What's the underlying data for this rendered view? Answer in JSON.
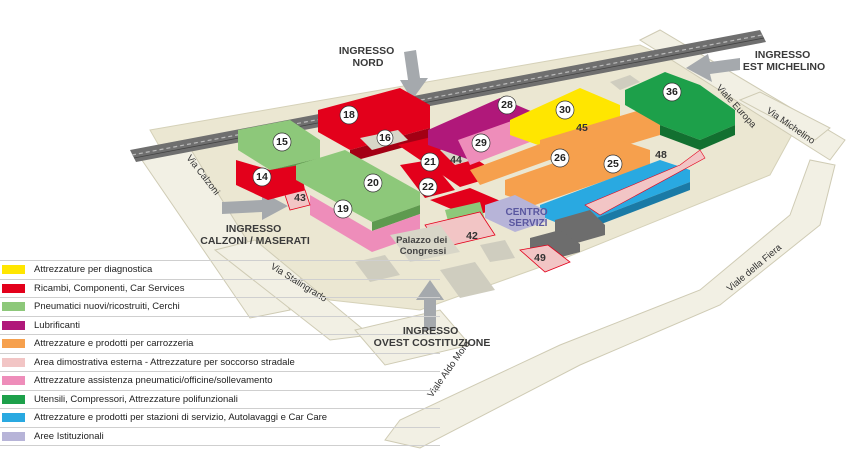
{
  "entrances": {
    "nord": [
      "INGRESSO",
      "NORD"
    ],
    "est": [
      "INGRESSO",
      "EST MICHELINO"
    ],
    "calzoni": [
      "INGRESSO",
      "CALZONI / MASERATI"
    ],
    "ovest": [
      "INGRESSO",
      "OVEST COSTITUZIONE"
    ]
  },
  "streets": {
    "calzoni": "Via Calzoni",
    "stalingrado": "Via Stalingrado",
    "aldo_moro": "Viale Aldo Moro",
    "fiera": "Viale della Fiera",
    "europa": "Viale Europa",
    "michelino": "Via Michelino"
  },
  "buildings": {
    "centro_servizi": [
      "CENTRO",
      "SERVIZI"
    ],
    "palazzo": [
      "Palazzo dei",
      "Congressi"
    ]
  },
  "halls": {
    "h14": "14",
    "h15": "15",
    "h16": "16",
    "h18": "18",
    "h19": "19",
    "h20": "20",
    "h21": "21",
    "h22": "22",
    "h25": "25",
    "h26": "26",
    "h28": "28",
    "h29": "29",
    "h30": "30",
    "h36": "36",
    "h42": "42",
    "h43": "43",
    "h44": "44",
    "h45": "45",
    "h48": "48",
    "h49": "49"
  },
  "colors": {
    "yellow": "#ffe600",
    "red": "#e3001b",
    "green": "#8dc87a",
    "purple": "#b0187a",
    "orange": "#f6a04d",
    "outdoor": "#f2c5c5",
    "pink": "#ee8dba",
    "darkgreen": "#1da04a",
    "cyan": "#29a9e1",
    "lavender": "#b7b4d8"
  },
  "legend": [
    {
      "color": "#ffe600",
      "label": "Attrezzature per diagnostica"
    },
    {
      "color": "#e3001b",
      "label": "Ricambi, Componenti, Car Services"
    },
    {
      "color": "#8dc87a",
      "label": "Pneumatici nuovi/ricostruiti, Cerchi"
    },
    {
      "color": "#b0187a",
      "label": "Lubrificanti"
    },
    {
      "color": "#f6a04d",
      "label": "Attrezzature e prodotti per carrozzeria"
    },
    {
      "color": "#f2c5c5",
      "label": "Area dimostrativa esterna - Attrezzature per soccorso stradale"
    },
    {
      "color": "#ee8dba",
      "label": "Attrezzature assistenza pneumatici/officine/sollevamento"
    },
    {
      "color": "#1da04a",
      "label": "Utensili, Compressori, Attrezzature polifunzionali"
    },
    {
      "color": "#29a9e1",
      "label": "Attrezzature e prodotti per stazioni di servizio, Autolavaggi e Car Care"
    },
    {
      "color": "#b7b4d8",
      "label": "Aree Istituzionali"
    }
  ]
}
